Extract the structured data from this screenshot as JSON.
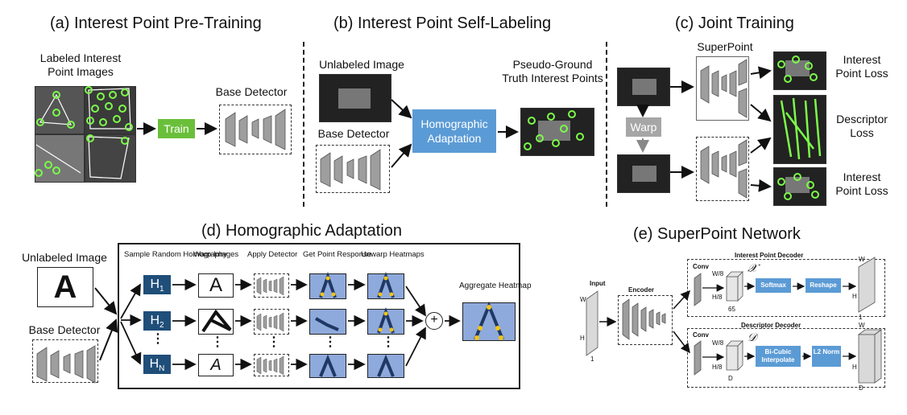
{
  "panel_a": {
    "title": "(a) Interest Point Pre-Training",
    "images_label": "Labeled Interest Point Images",
    "train_label": "Train",
    "detector_label": "Base Detector"
  },
  "panel_b": {
    "title": "(b) Interest Point Self-Labeling",
    "unlabeled_label": "Unlabeled Image",
    "detector_label": "Base Detector",
    "homographic_label": "Homographic Adaptation",
    "pseudo_label": "Pseudo-Ground Truth Interest Points"
  },
  "panel_c": {
    "title": "(c) Joint Training",
    "superpoint_label": "SuperPoint",
    "warp_label": "Warp",
    "loss_top": "Interest Point Loss",
    "loss_mid": "Descriptor Loss",
    "loss_bottom": "Interest Point Loss"
  },
  "panel_d": {
    "title": "(d) Homographic Adaptation",
    "unlabeled_label": "Unlabeled Image",
    "detector_label": "Base Detector",
    "letter": "A",
    "col_sample": "Sample Random Homography",
    "col_warp": "Warp Images",
    "col_apply": "Apply Detector",
    "col_response": "Get Point Response",
    "col_unwarp": "Unwarp Heatmaps",
    "aggregate_label": "Aggregate Heatmap",
    "h1": "H",
    "h1_sub": "1",
    "h2": "H",
    "h2_sub": "2",
    "hn": "H",
    "hn_sub": "N",
    "dots": "⋮",
    "plus": "+"
  },
  "panel_e": {
    "title": "(e) SuperPoint Network",
    "input_label": "Input",
    "encoder_label": "Encoder",
    "ip_decoder": "Interest Point Decoder",
    "desc_decoder": "Descriptor Decoder",
    "conv": "Conv",
    "w8": "W/8",
    "h8": "H/8",
    "num65": "65",
    "d": "D",
    "w": "W",
    "h": "H",
    "one": "1",
    "softmax": "Softmax",
    "reshape": "Reshape",
    "bicubic": "Bi-Cubic Interpolate",
    "l2norm": "L2 Norm",
    "chi": "𝒳",
    "dcal": "𝒟"
  }
}
